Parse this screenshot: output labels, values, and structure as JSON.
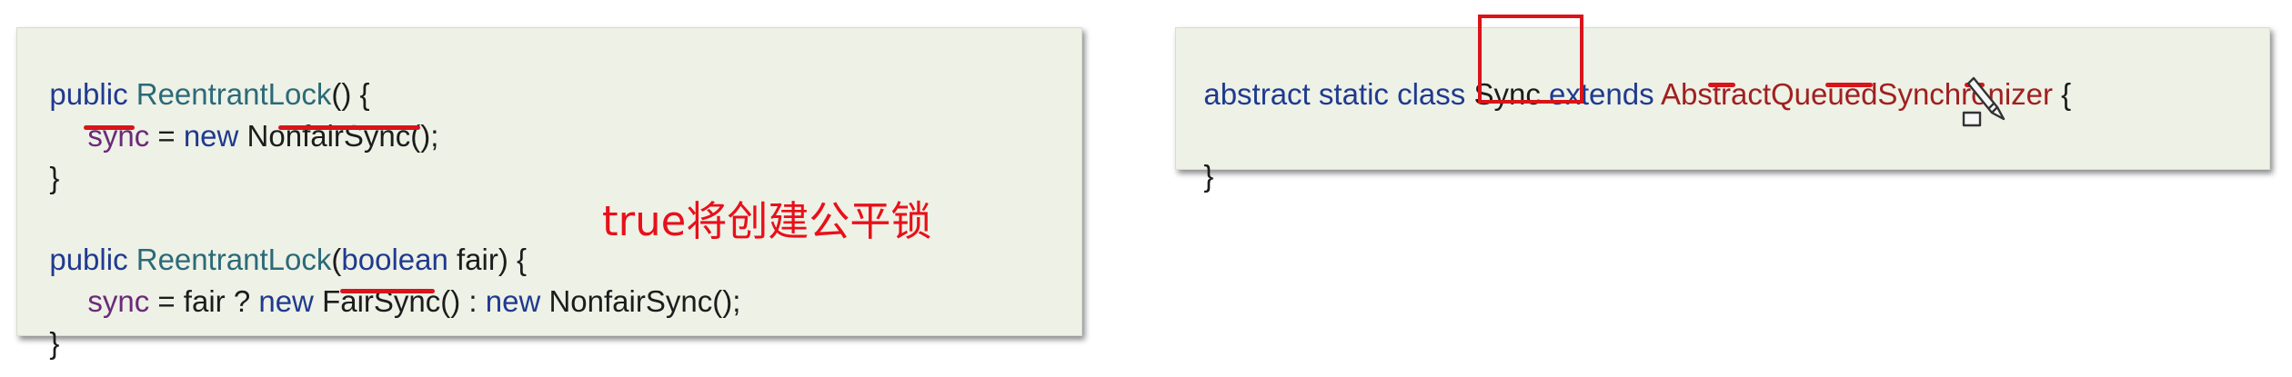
{
  "left_code": {
    "ctor1": {
      "l1_kw": "public",
      "l1_name": "ReentrantLock",
      "l1_tail": "() {",
      "l2_field": "sync",
      "l2_mid": " = ",
      "l2_kw": "new",
      "l2_cls": "NonfairSync",
      "l2_tail": "();",
      "l3": "}"
    },
    "ctor2": {
      "l1_kw": "public",
      "l1_name": "ReentrantLock",
      "l1_paren": "(",
      "l1_type": "boolean",
      "l1_tail": " fair) {",
      "l2_field": "sync",
      "l2_mid": " = fair ? ",
      "l2_kw1": "new",
      "l2_cls1": "FairSync",
      "l2_mid2": "() : ",
      "l2_kw2": "new",
      "l2_cls2": "NonfairSync",
      "l2_tail": "();",
      "l3": "}"
    },
    "annotation": "true将创建公平锁"
  },
  "right_code": {
    "l1_kw": "abstract static class",
    "l1_cls": "Sync",
    "l1_kw2": "extends",
    "l1_super": "AbstractQueuedSynchronizer",
    "l1_tail": " {",
    "l2": "}"
  },
  "colors": {
    "keyword": "#1f3a8f",
    "class_name": "#2b6a78",
    "field": "#6b2a7a",
    "superclass": "#a02020",
    "annotation_red": "#e8101a",
    "panel_bg": "#eef1e6"
  },
  "icons": {
    "cursor": "pencil-cursor-icon"
  }
}
